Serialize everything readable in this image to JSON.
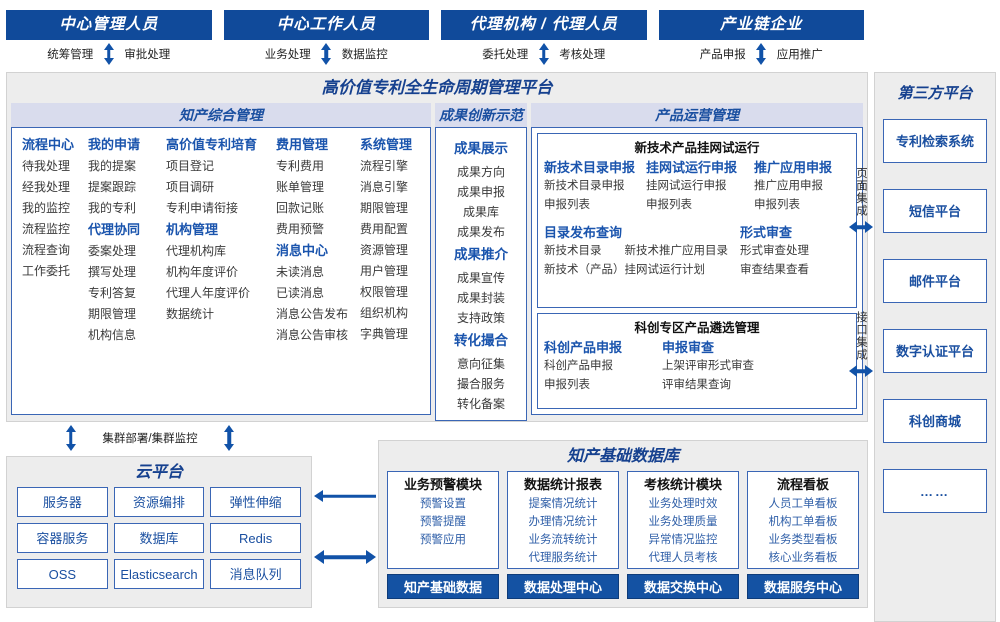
{
  "actors": [
    {
      "title": "中心管理人员",
      "subs": [
        "统筹管理",
        "审批处理"
      ]
    },
    {
      "title": "中心工作人员",
      "subs": [
        "业务处理",
        "数据监控"
      ]
    },
    {
      "title": "代理机构 / 代理人员",
      "subs": [
        "委托处理",
        "考核处理"
      ]
    },
    {
      "title": "产业链企业",
      "subs": [
        "产品申报",
        "应用推广"
      ]
    }
  ],
  "platform": {
    "title": "高价值专利全生命周期管理平台",
    "groups": {
      "comprehensive": {
        "head": "知产综合管理",
        "columns": [
          {
            "blocks": [
              {
                "cat": "流程中心",
                "items": [
                  "待我处理",
                  "经我处理",
                  "我的监控",
                  "流程监控",
                  "流程查询",
                  "工作委托"
                ]
              }
            ]
          },
          {
            "blocks": [
              {
                "cat": "我的申请",
                "items": [
                  "我的提案",
                  "提案跟踪",
                  "我的专利"
                ]
              },
              {
                "cat": "代理协同",
                "items": [
                  "委案处理",
                  "撰写处理",
                  "专利答复",
                  "期限管理",
                  "机构信息"
                ]
              }
            ]
          },
          {
            "blocks": [
              {
                "cat": "高价值专利培育",
                "items": [
                  "项目登记",
                  "项目调研",
                  "专利申请衔接"
                ]
              },
              {
                "cat": "机构管理",
                "items": [
                  "代理机构库",
                  "机构年度评价",
                  "代理人年度评价",
                  "数据统计"
                ]
              }
            ]
          },
          {
            "blocks": [
              {
                "cat": "费用管理",
                "items": [
                  "专利费用",
                  "账单管理",
                  "回款记账",
                  "费用预警"
                ]
              },
              {
                "cat": "消息中心",
                "items": [
                  "未读消息",
                  "已读消息",
                  "消息公告发布",
                  "消息公告审核"
                ]
              }
            ]
          },
          {
            "blocks": [
              {
                "cat": "系统管理",
                "items": [
                  "流程引擎",
                  "消息引擎",
                  "期限管理",
                  "费用配置",
                  "资源管理",
                  "用户管理",
                  "权限管理",
                  "组织机构",
                  "字典管理"
                ]
              }
            ]
          }
        ]
      },
      "achievement": {
        "head": "成果创新示范",
        "blocks": [
          {
            "cat": "成果展示",
            "items": [
              "成果方向",
              "成果申报",
              "成果库",
              "成果发布"
            ]
          },
          {
            "cat": "成果推介",
            "items": [
              "成果宣传",
              "成果封装",
              "支持政策"
            ]
          },
          {
            "cat": "转化撮合",
            "items": [
              "意向征集",
              "撮合服务",
              "转化备案"
            ]
          }
        ]
      },
      "product": {
        "head": "产品运营管理",
        "box1": {
          "title": "新技术产品挂网试运行",
          "row1": [
            {
              "cat": "新技术目录申报",
              "items": [
                "新技术目录申报",
                "申报列表"
              ]
            },
            {
              "cat": "挂网试运行申报",
              "items": [
                "挂网试运行申报",
                "申报列表"
              ]
            },
            {
              "cat": "推广应用申报",
              "items": [
                "推广应用申报",
                "申报列表"
              ]
            }
          ],
          "row2": [
            {
              "cat": "目录发布查询",
              "items": [
                "新技术目录　　新技术推广应用目录",
                "新技术（产品）挂网试运行计划"
              ]
            },
            {
              "cat": "形式审查",
              "items": [
                "形式审查处理",
                "审查结果查看"
              ]
            }
          ]
        },
        "box2": {
          "title": "科创专区产品遴选管理",
          "row": [
            {
              "cat": "科创产品申报",
              "items": [
                "科创产品申报",
                "申报列表"
              ]
            },
            {
              "cat": "申报审查",
              "items": [
                "上架评审形式审查",
                "评审结果查询"
              ]
            }
          ]
        }
      }
    }
  },
  "integration": [
    "页面集成",
    "接口集成"
  ],
  "third_party": {
    "title": "第三方平台",
    "items": [
      "专利检索系统",
      "短信平台",
      "邮件平台",
      "数字认证平台",
      "科创商城",
      "……"
    ]
  },
  "cluster_label": "集群部署/集群监控",
  "cloud": {
    "title": "云平台",
    "cells": [
      "服务器",
      "资源编排",
      "弹性伸缩",
      "容器服务",
      "数据库",
      "Redis",
      "OSS",
      "Elasticsearch",
      "消息队列"
    ]
  },
  "kbase": {
    "title": "知产基础数据库",
    "columns": [
      {
        "head": "业务预警模块",
        "items": [
          "预警设置",
          "预警提醒",
          "预警应用"
        ],
        "foot": "知产基础数据"
      },
      {
        "head": "数据统计报表",
        "items": [
          "提案情况统计",
          "办理情况统计",
          "业务流转统计",
          "代理服务统计"
        ],
        "foot": "数据处理中心"
      },
      {
        "head": "考核统计模块",
        "items": [
          "业务处理时效",
          "业务处理质量",
          "异常情况监控",
          "代理人员考核"
        ],
        "foot": "数据交换中心"
      },
      {
        "head": "流程看板",
        "items": [
          "人员工单看板",
          "机构工单看板",
          "业务类型看板",
          "核心业务看板"
        ],
        "foot": "数据服务中心"
      }
    ]
  },
  "colors": {
    "brand_blue": "#104a9a",
    "accent_blue": "#1a54ad",
    "panel_bg": "#ededed",
    "head_bg": "#d9dced"
  }
}
